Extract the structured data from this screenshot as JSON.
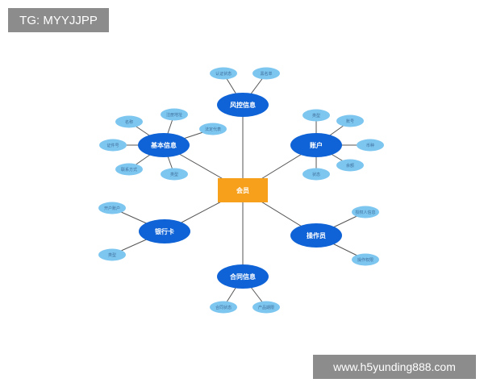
{
  "watermarks": {
    "top_left": "TG: MYYJJPP",
    "bottom_right": "www.h5yunding888.com"
  },
  "colors": {
    "center_fill": "#f7a01b",
    "primary_fill": "#0f63d6",
    "leaf_fill": "#7dc6f0",
    "line": "#555555",
    "text_light": "#ffffff",
    "leaf_text": "#3f6f99"
  },
  "diagram": {
    "center": {
      "id": "member",
      "label": "会员"
    },
    "branches": [
      {
        "id": "risk",
        "label": "风控信息",
        "leaves": [
          "认证状态",
          "黑名单"
        ]
      },
      {
        "id": "account",
        "label": "账户",
        "leaves": [
          "类型",
          "账号",
          "币种",
          "余额",
          "状态"
        ]
      },
      {
        "id": "operator",
        "label": "操作员",
        "leaves": [
          "授权人信息",
          "操作权限"
        ]
      },
      {
        "id": "contract",
        "label": "合同信息",
        "leaves": [
          "合同状态",
          "产品期限"
        ]
      },
      {
        "id": "bankcard",
        "label": "银行卡",
        "leaves": [
          "开户账户",
          "类型"
        ]
      },
      {
        "id": "basic",
        "label": "基本信息",
        "leaves": [
          "名称",
          "注册地址",
          "法定代表",
          "证件号",
          "联系方式",
          "类型"
        ]
      }
    ]
  }
}
